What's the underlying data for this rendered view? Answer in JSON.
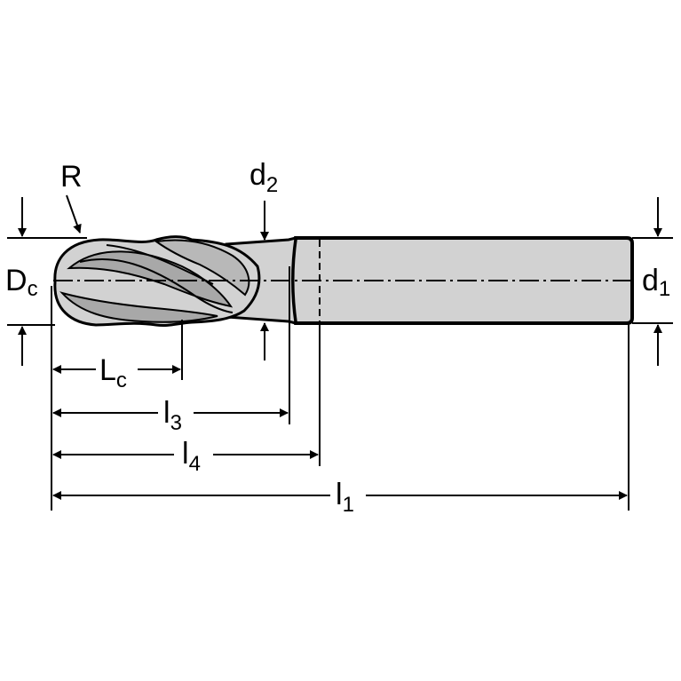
{
  "labels": {
    "radius": "R",
    "d2_main": "d",
    "d2_sub": "2",
    "dc_main": "D",
    "dc_sub": "c",
    "d1_main": "d",
    "d1_sub": "1",
    "lc_main": "L",
    "lc_sub": "c",
    "l3_main": "l",
    "l3_sub": "3",
    "l4_main": "l",
    "l4_sub": "4",
    "l1_main": "l",
    "l1_sub": "1"
  },
  "colors": {
    "body_fill": "#d2d2d2",
    "flute_dark": "#a8a8a8",
    "stroke": "#000000",
    "background": "#ffffff"
  }
}
